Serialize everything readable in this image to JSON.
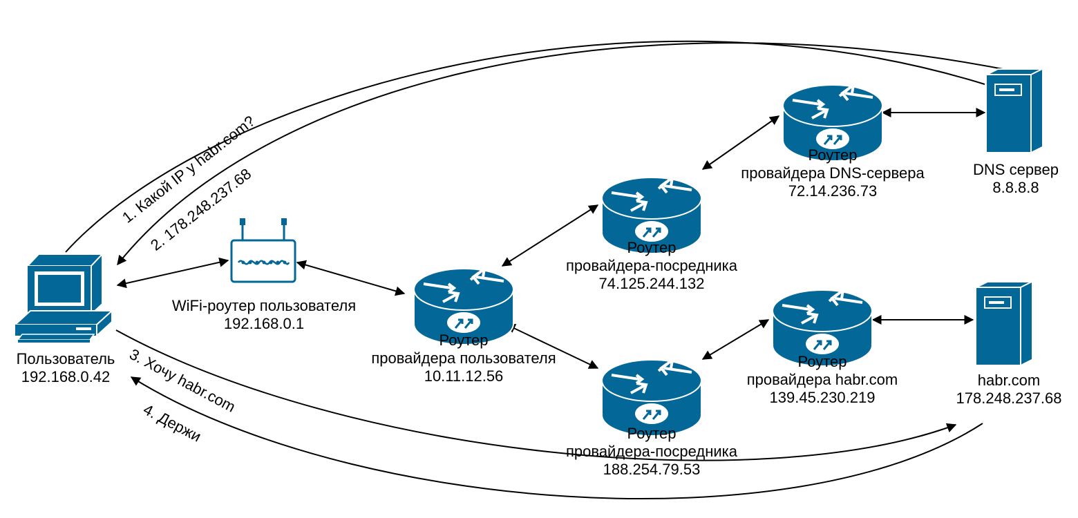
{
  "colors": {
    "device": "#036897",
    "line": "#000000",
    "background": "#ffffff"
  },
  "nodes": {
    "user_pc": {
      "icon": "computer-icon",
      "name": "Пользователь",
      "ip": "192.168.0.42"
    },
    "wifi_router": {
      "icon": "wifi-router-icon",
      "name": "WiFi-роутер пользователя",
      "ip": "192.168.0.1"
    },
    "isp_router": {
      "icon": "router-icon",
      "line1": "Роутер",
      "line2": "провайдера пользователя",
      "ip": "10.11.12.56"
    },
    "transit_router_top": {
      "icon": "router-icon",
      "line1": "Роутер",
      "line2": "провайдера-посредника",
      "ip": "74.125.244.132"
    },
    "transit_router_bottom": {
      "icon": "router-icon",
      "line1": "Роутер",
      "line2": "провайдера-посредника",
      "ip": "188.254.79.53"
    },
    "dns_isp_router": {
      "icon": "router-icon",
      "line1": "Роутер",
      "line2": "провайдера DNS-сервера",
      "ip": "72.14.236.73"
    },
    "habr_isp_router": {
      "icon": "router-icon",
      "line1": "Роутер",
      "line2": "провайдера habr.com",
      "ip": "139.45.230.219"
    },
    "dns_server": {
      "icon": "server-icon",
      "name": "DNS сервер",
      "ip": "8.8.8.8"
    },
    "habr_server": {
      "icon": "server-icon",
      "name": "habr.com",
      "ip": "178.248.237.68"
    }
  },
  "flows": {
    "step1": "1. Какой IP у habr.com?",
    "step2": "2. 178.248.237.68",
    "step3": "3. Хочу habr.com",
    "step4": "4. Держи"
  }
}
